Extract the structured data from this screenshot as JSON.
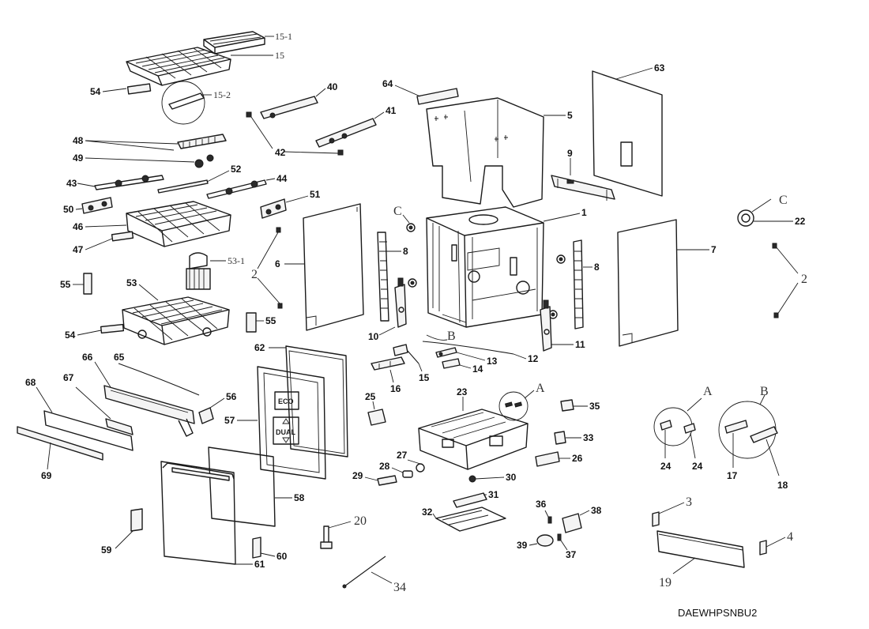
{
  "model_code": "DAEWHPSNBU2",
  "callouts": {
    "p15_1": "15-1",
    "p15": "15",
    "p15_2": "15-2",
    "p54a": "54",
    "p54b": "54",
    "p48": "48",
    "p49": "49",
    "p43": "43",
    "p50": "50",
    "p46": "46",
    "p47": "47",
    "p52": "52",
    "p44": "44",
    "p40": "40",
    "p41": "41",
    "p42": "42",
    "p51": "51",
    "p53_1": "53-1",
    "p53": "53",
    "p55a": "55",
    "p55b": "55",
    "p2a": "2",
    "p2b": "2",
    "p6": "6",
    "p8a": "8",
    "p8b": "8",
    "p64": "64",
    "p5": "5",
    "p63": "63",
    "p9": "9",
    "p1": "1",
    "p7": "7",
    "p22": "22",
    "p10": "10",
    "p11": "11",
    "p12": "12",
    "p13": "13",
    "p14": "14",
    "p15b": "15",
    "p16": "16",
    "p62": "62",
    "p66": "66",
    "p65": "65",
    "p68": "68",
    "p67": "67",
    "p69": "69",
    "p56": "56",
    "p57": "57",
    "p58": "58",
    "p59": "59",
    "p60": "60",
    "p61": "61",
    "p20": "20",
    "p34": "34",
    "p25": "25",
    "p23": "23",
    "p35": "35",
    "p33": "33",
    "p26": "26",
    "p27": "27",
    "p28": "28",
    "p29": "29",
    "p30": "30",
    "p31": "31",
    "p32": "32",
    "p36": "36",
    "p38": "38",
    "p39": "39",
    "p37": "37",
    "p24a": "24",
    "p24b": "24",
    "p17": "17",
    "p18": "18",
    "p3": "3",
    "p4": "4",
    "p19": "19"
  },
  "detail_refs": {
    "a1": "A",
    "b1": "B",
    "c1": "C",
    "a2": "A",
    "b2": "B",
    "c2": "C"
  },
  "door_text": {
    "top": "ECO",
    "bottom": "DUAL"
  }
}
